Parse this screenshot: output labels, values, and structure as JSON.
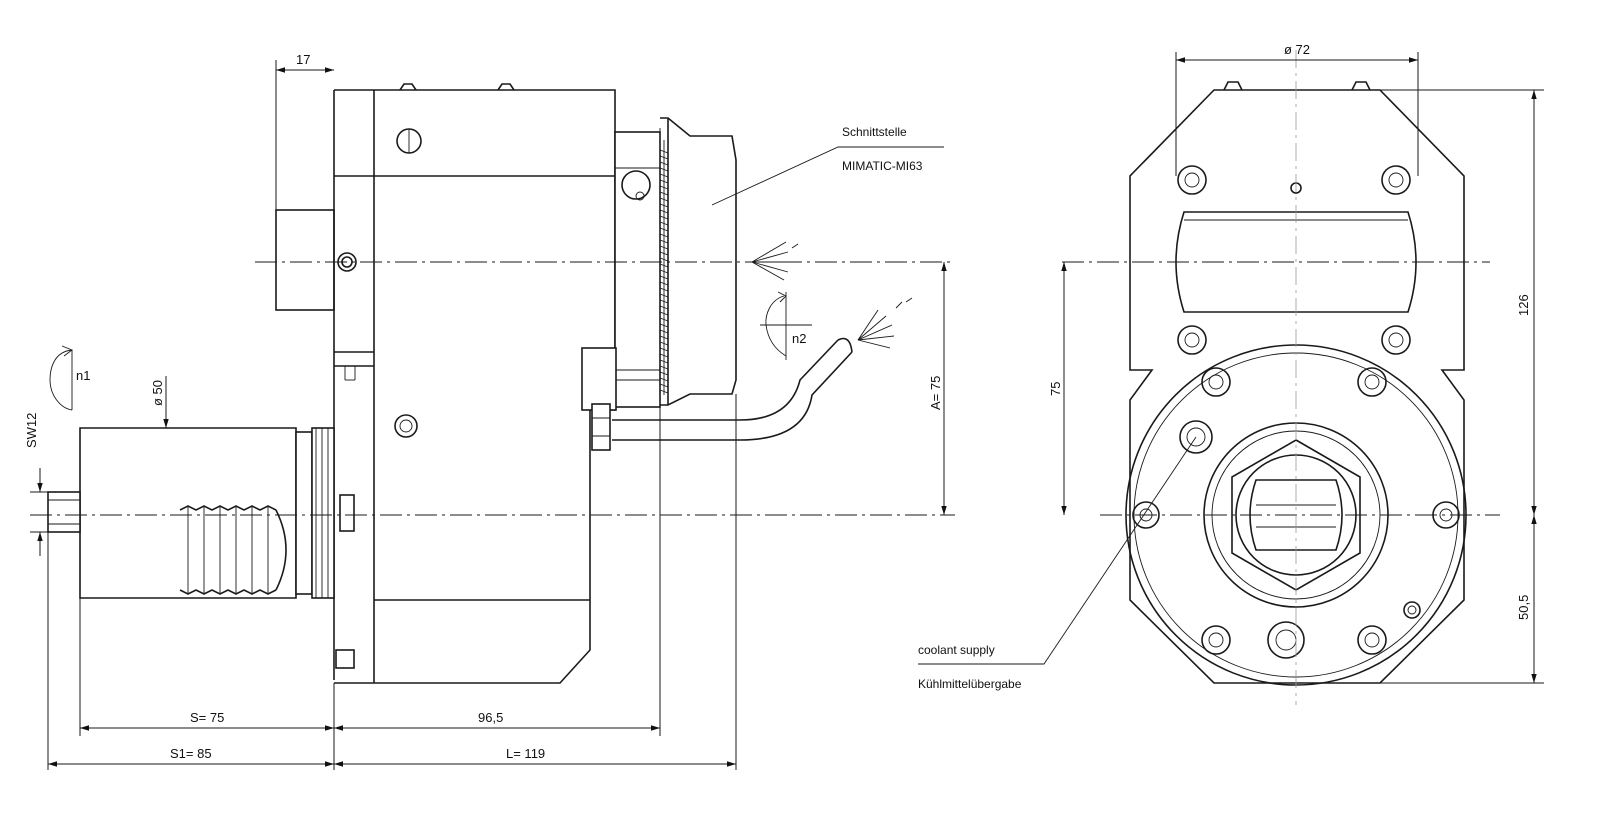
{
  "side_view": {
    "flange_width": "17",
    "shaft_diameter": "ø 50",
    "wrench_size": "SW12",
    "rotation_input": "n1",
    "rotation_output": "n2",
    "center_height": "A= 75",
    "interface_label_1": "Schnittstelle",
    "interface_label_2": "MIMATIC-MI63",
    "length_s": "S= 75",
    "length_s1": "S1=  85",
    "length_965": "96,5",
    "length_l": "L= 119"
  },
  "front_view": {
    "top_diameter": "ø 72",
    "height_total": "126",
    "height_75": "75",
    "height_505": "50,5",
    "coolant_en": "coolant supply",
    "coolant_de": "Kühlmittelübergabe"
  }
}
